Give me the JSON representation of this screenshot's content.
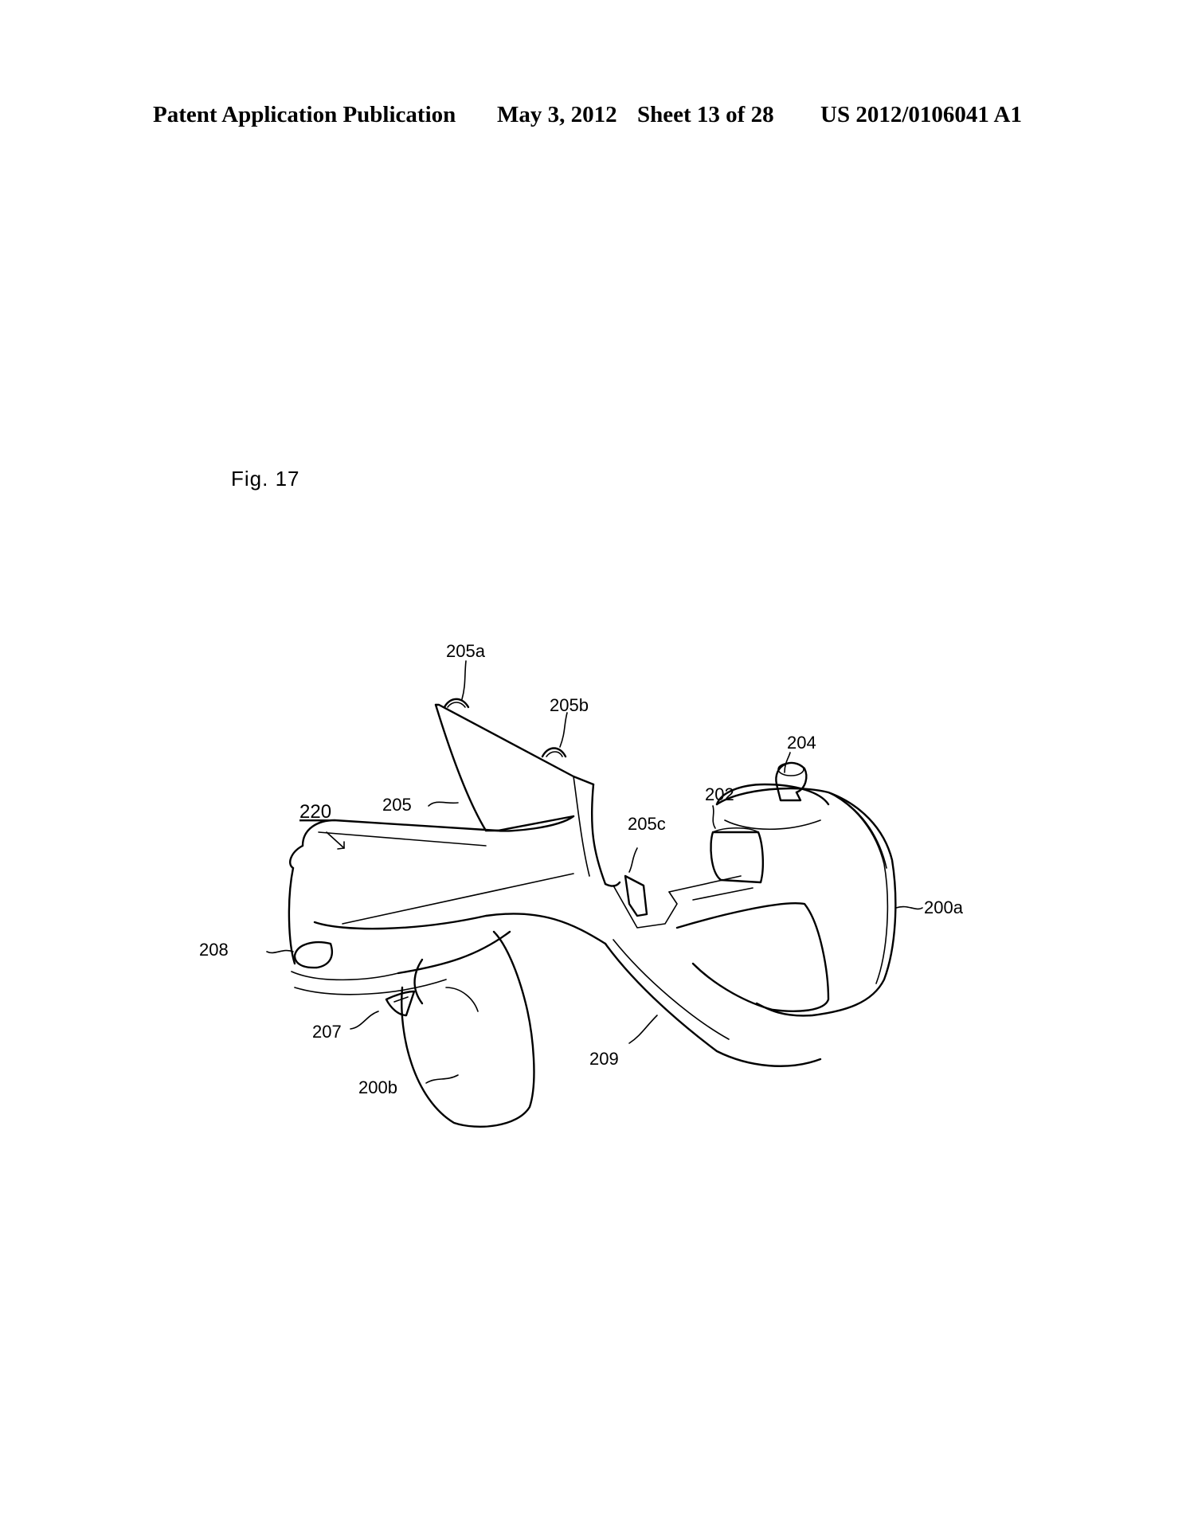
{
  "header": {
    "publication": "Patent Application Publication",
    "date": "May 3, 2012",
    "sheet": "Sheet 13 of 28",
    "number": "US 2012/0106041 A1"
  },
  "figure": {
    "label": "Fig. 17",
    "refs": {
      "r220": "220",
      "r205a": "205a",
      "r205b": "205b",
      "r205": "205",
      "r205c": "205c",
      "r202": "202",
      "r204": "204",
      "r200a": "200a",
      "r208": "208",
      "r207": "207",
      "r209": "209",
      "r200b": "200b"
    }
  }
}
